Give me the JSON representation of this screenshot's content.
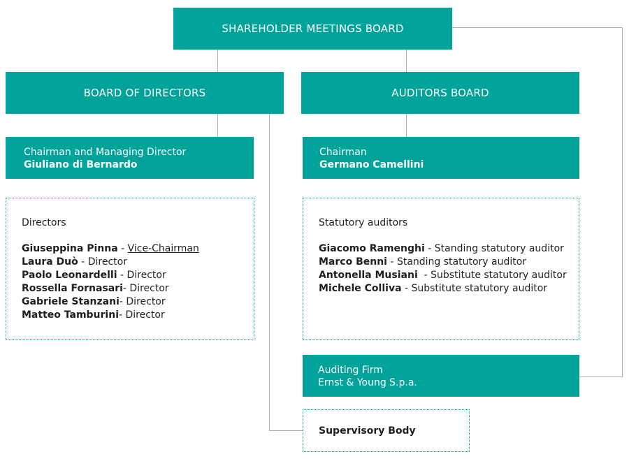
{
  "nodes": {
    "shareholders": "SHAREHOLDER MEETINGS BOARD",
    "board_of_directors": "BOARD OF DIRECTORS",
    "auditors_board": "AUDITORS BOARD",
    "chairman_md": {
      "role": "Chairman and Managing Director",
      "name": "Giuliano di Bernardo"
    },
    "auditors_chairman": {
      "role": "Chairman",
      "name": "Germano Camellini"
    },
    "auditing_firm": {
      "title": "Auditing Firm",
      "name": "Ernst & Young S.p.a."
    },
    "supervisory_body": "Supervisory Body"
  },
  "directors": {
    "caption": "Directors",
    "members": [
      {
        "name": "Giuseppina Pinna",
        "sep": " - ",
        "role": "Vice-Chairman"
      },
      {
        "name": "Laura Duò",
        "sep": " - ",
        "role": "Director"
      },
      {
        "name": "Paolo Leonardelli",
        "sep": " - ",
        "role": "Director"
      },
      {
        "name": "Rossella Fornasari",
        "sep": "- ",
        "role": "Director"
      },
      {
        "name": "Gabriele Stanzani",
        "sep": "- ",
        "role": "Director"
      },
      {
        "name": "Matteo Tamburini",
        "sep": "- ",
        "role": "Director"
      }
    ]
  },
  "statutory_auditors": {
    "caption": "Statutory auditors",
    "members": [
      {
        "name": "Giacomo Ramenghi",
        "sep": " - ",
        "role": "Standing statutory auditor"
      },
      {
        "name": "Marco Benni",
        "sep": " - ",
        "role": "Standing statutory auditor"
      },
      {
        "name": "Antonella Musiani",
        "sep": "  - ",
        "role": "Substitute statutory auditor"
      },
      {
        "name": "Michele Colliva",
        "sep": " - ",
        "role": "Substitute statutory auditor"
      }
    ]
  },
  "colors": {
    "teal": "#00a39a",
    "connector": "#b0b0b0",
    "text": "#1f1f1f"
  }
}
